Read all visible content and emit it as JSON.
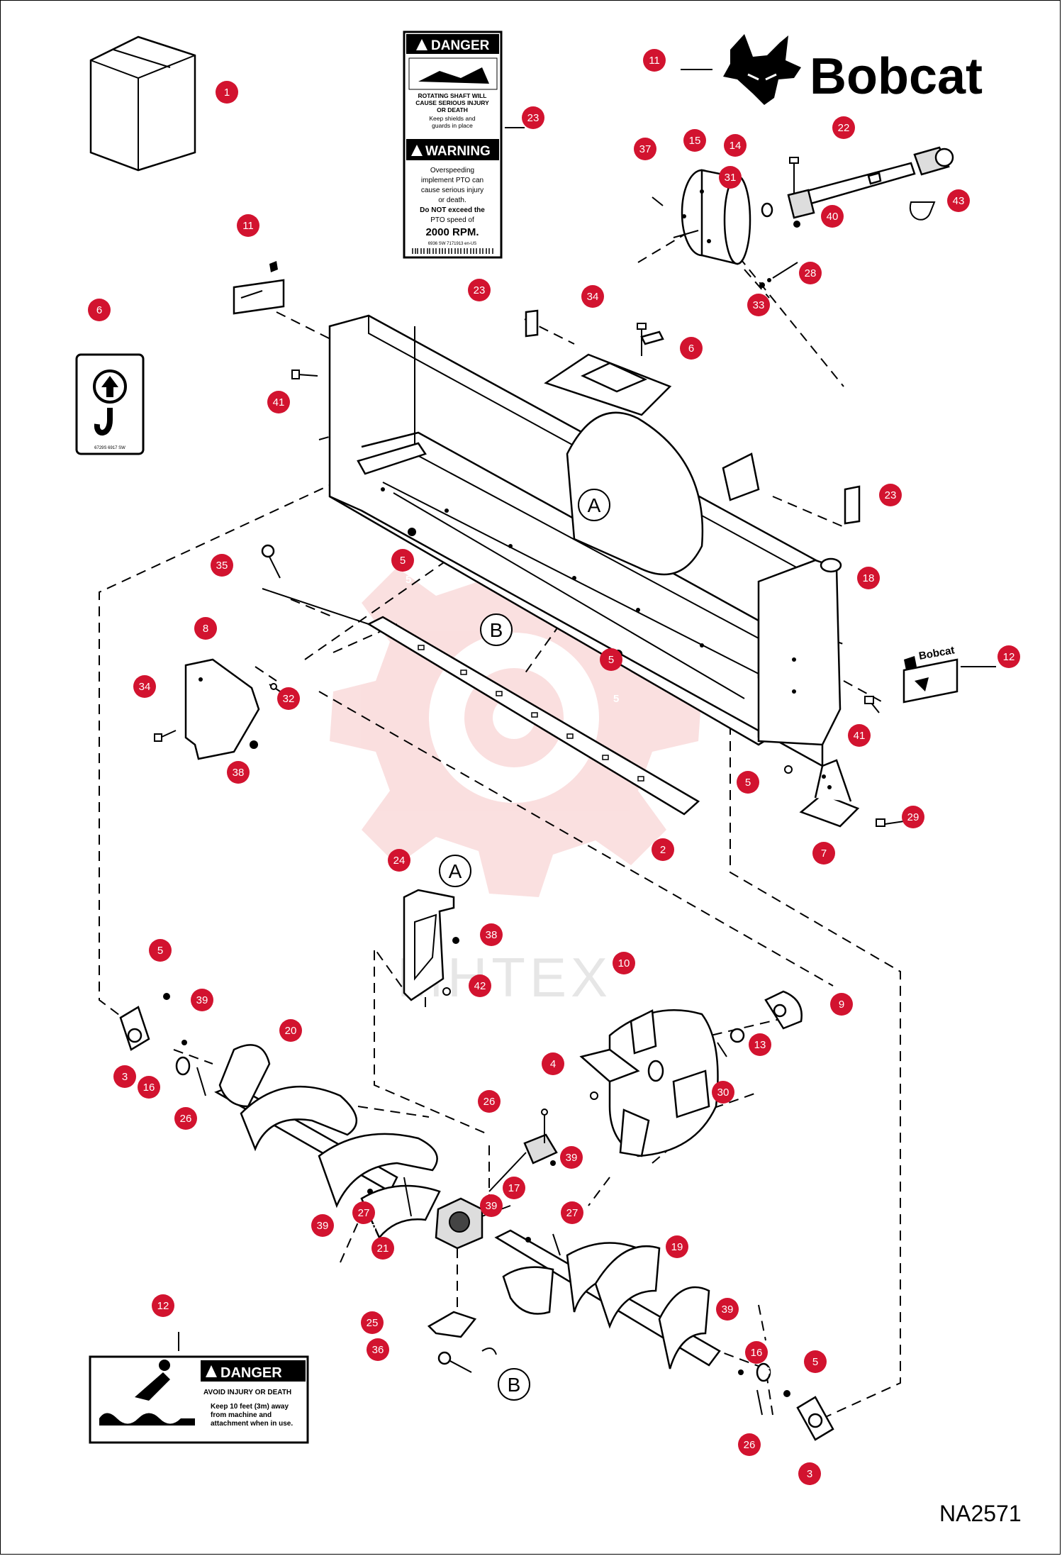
{
  "figure_code": "NA2571",
  "brand": {
    "name": "Bobcat",
    "decal_name": "Bobcat",
    "logo_small_text": "Bobcat"
  },
  "watermark": {
    "text": "MHTEX"
  },
  "decal_danger_top": {
    "header": "DANGER",
    "line1": "ROTATING SHAFT WILL",
    "line2": "CAUSE SERIOUS INJURY",
    "line3": "OR DEATH",
    "line4": "Keep shields and",
    "line5": "guards in place"
  },
  "decal_warning": {
    "header": "WARNING",
    "line1": "Overspeeding",
    "line2": "implement PTO can",
    "line3": "cause serious injury",
    "line4": "or death.",
    "line5": "Do NOT exceed the",
    "line6": "PTO speed of",
    "line7": "2000 RPM.",
    "codes": "6936 SW     7171913 en-US"
  },
  "decal_lift": {
    "codes": "6729S    6917 SW"
  },
  "decal_danger_bottom": {
    "header": "DANGER",
    "line1": "AVOID INJURY OR DEATH",
    "line2": "Keep 10 feet (3m) away",
    "line3": "from machine and",
    "line4": "attachment when in use."
  },
  "reference_letters": [
    "A",
    "B"
  ],
  "callouts": [
    {
      "n": "1"
    },
    {
      "n": "2"
    },
    {
      "n": "3"
    },
    {
      "n": "4"
    },
    {
      "n": "5"
    },
    {
      "n": "6"
    },
    {
      "n": "7"
    },
    {
      "n": "8"
    },
    {
      "n": "9"
    },
    {
      "n": "10"
    },
    {
      "n": "11"
    },
    {
      "n": "12"
    },
    {
      "n": "13"
    },
    {
      "n": "14"
    },
    {
      "n": "15"
    },
    {
      "n": "16"
    },
    {
      "n": "17"
    },
    {
      "n": "18"
    },
    {
      "n": "19"
    },
    {
      "n": "20"
    },
    {
      "n": "21"
    },
    {
      "n": "22"
    },
    {
      "n": "23"
    },
    {
      "n": "24"
    },
    {
      "n": "25"
    },
    {
      "n": "26"
    },
    {
      "n": "27"
    },
    {
      "n": "28"
    },
    {
      "n": "29"
    },
    {
      "n": "30"
    },
    {
      "n": "31"
    },
    {
      "n": "32"
    },
    {
      "n": "33"
    },
    {
      "n": "34"
    },
    {
      "n": "35"
    },
    {
      "n": "36"
    },
    {
      "n": "37"
    },
    {
      "n": "38"
    },
    {
      "n": "39"
    },
    {
      "n": "40"
    },
    {
      "n": "41"
    },
    {
      "n": "42"
    },
    {
      "n": "43"
    }
  ],
  "colors": {
    "callout_bubble": "#D2132F",
    "watermark": "#F2B5B5",
    "ink": "#000000"
  }
}
